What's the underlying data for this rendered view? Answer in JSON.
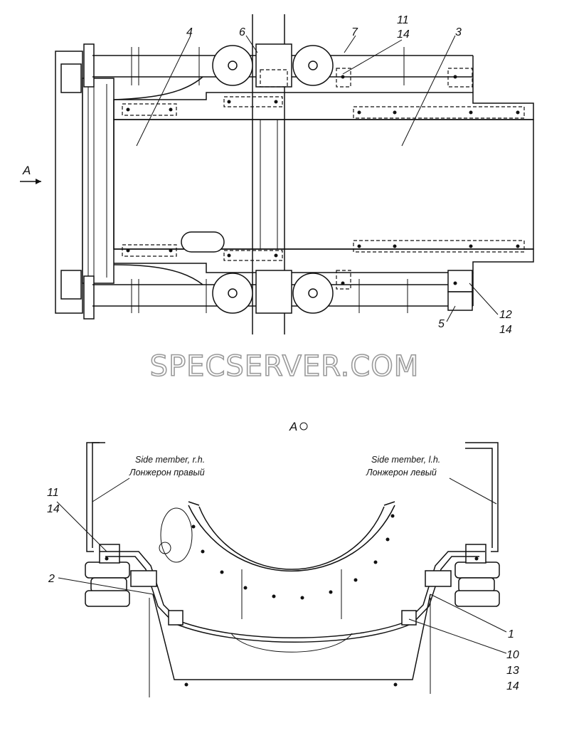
{
  "top_view": {
    "callouts": [
      "6",
      "11",
      "14",
      "7",
      "3",
      "4",
      "5",
      "12",
      "14"
    ],
    "view_arrow": "A"
  },
  "watermark": "SPECSERVER.COM",
  "section_view": {
    "title": "A",
    "side_member_right": {
      "en": "Side member, r.h.",
      "ru": "Лонжерон правый"
    },
    "side_member_left": {
      "en": "Side member, l.h.",
      "ru": "Лонжерон левый"
    },
    "callouts_left": [
      "11",
      "14",
      "2"
    ],
    "callouts_right": [
      "1",
      "10",
      "13",
      "14"
    ]
  }
}
